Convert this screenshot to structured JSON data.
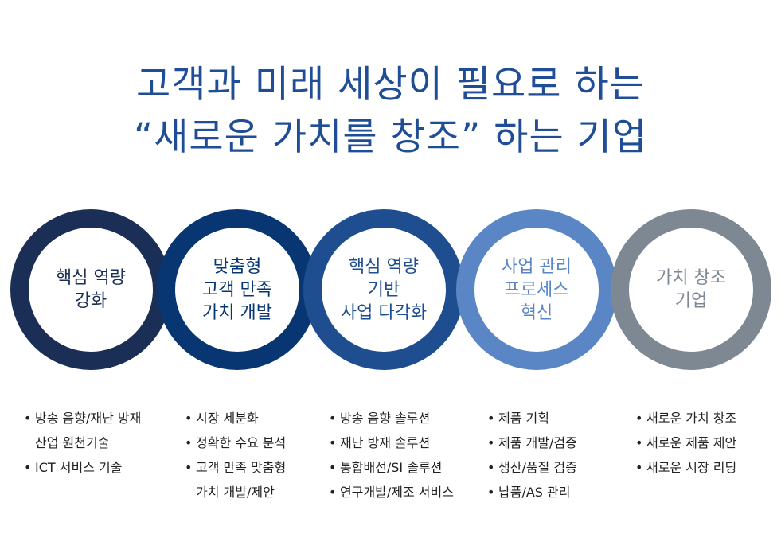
{
  "title": {
    "line1": "고객과 미래 세상이 필요로 하는",
    "line2": "“새로운 가치를 창조” 하는 기업"
  },
  "colors": {
    "title": "#1f4e96",
    "ring1": "#1b2e55",
    "ring2": "#083673",
    "ring3": "#1e4e8f",
    "ring4": "#5b86c5",
    "ring5": "#7d8893"
  },
  "stages": [
    {
      "lines": [
        "핵심 역량",
        "강화"
      ],
      "text_color": "#1b2e55",
      "bullets": [
        {
          "text": "방송 음향/재난 방재",
          "cont": "산업 원천기술"
        },
        {
          "text": "ICT 서비스 기술"
        }
      ]
    },
    {
      "lines": [
        "맞춤형",
        "고객 만족",
        "가치 개발"
      ],
      "text_color": "#083673",
      "bullets": [
        {
          "text": "시장 세분화"
        },
        {
          "text": "정확한 수요 분석"
        },
        {
          "text": "고객 만족 맞춤형",
          "cont": "가치 개발/제안"
        }
      ]
    },
    {
      "lines": [
        "핵심 역량",
        "기반",
        "사업 다각화"
      ],
      "text_color": "#1e4e8f",
      "bullets": [
        {
          "text": "방송 음향 솔루션"
        },
        {
          "text": "재난 방재 솔루션"
        },
        {
          "text": "통합배선/SI 솔루션"
        },
        {
          "text": "연구개발/제조 서비스"
        }
      ]
    },
    {
      "lines": [
        "사업 관리",
        "프로세스",
        "혁신"
      ],
      "text_color": "#5b86c5",
      "bullets": [
        {
          "text": "제품 기획"
        },
        {
          "text": "제품 개발/검증"
        },
        {
          "text": "생산/품질 검증"
        },
        {
          "text": "납품/AS 관리"
        }
      ]
    },
    {
      "lines": [
        "가치 창조",
        "기업"
      ],
      "text_color": "#7d8893",
      "bullets": [
        {
          "text": "새로운 가치 창조"
        },
        {
          "text": "새로운 제품 제안"
        },
        {
          "text": "새로운 시장 리딩"
        }
      ]
    }
  ]
}
